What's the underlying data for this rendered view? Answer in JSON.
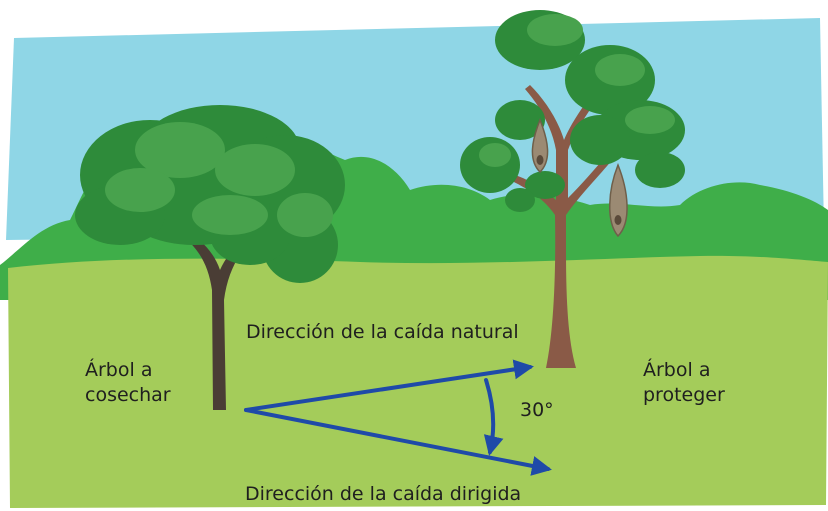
{
  "labels": {
    "harvest_tree_line1": "Árbol a",
    "harvest_tree_line2": "cosechar",
    "protect_tree_line1": "Árbol a",
    "protect_tree_line2": "proteger",
    "natural_direction": "Dirección de la caída natural",
    "directed_direction": "Dirección de la caída dirigida",
    "angle": "30°"
  },
  "colors": {
    "sky": "#8fd6e6",
    "hills": "#3fae49",
    "ground": "#a4cc5a",
    "foliage_dark": "#2e8b3a",
    "foliage_light": "#48a24d",
    "trunk_harvest": "#4a3d35",
    "trunk_protect": "#8a5a47",
    "nest": "#9b8a73",
    "arrow": "#1f4aa8"
  }
}
